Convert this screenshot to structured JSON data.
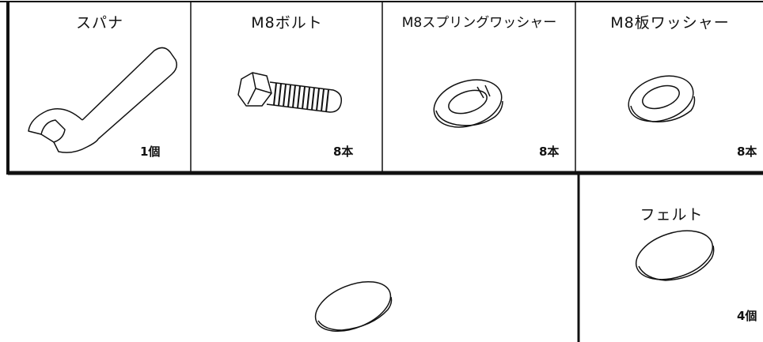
{
  "parts": [
    {
      "name": "スパナ",
      "quantity": "1個"
    },
    {
      "name": "M8ボルト",
      "quantity": "8本"
    },
    {
      "name": "M8スプリングワッシャー",
      "quantity": "8本"
    },
    {
      "name": "M8板ワッシャー",
      "quantity": "8本"
    },
    {
      "name": "フェルト",
      "quantity": "4個"
    }
  ]
}
